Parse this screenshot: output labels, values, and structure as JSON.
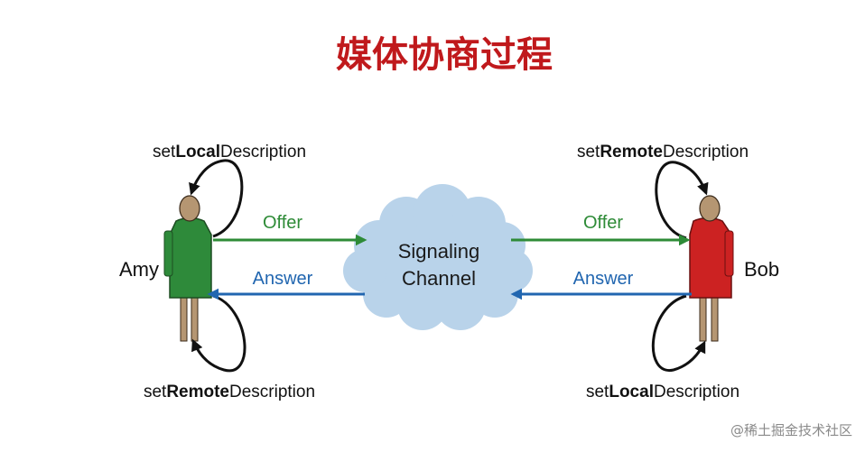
{
  "title": "媒体协商过程",
  "colors": {
    "title": "#c0191c",
    "offer": "#2e8b37",
    "answer": "#2166b0",
    "amy_body": "#2e8a3a",
    "bob_body": "#cc2222",
    "skin": "#b59672",
    "cloud": "#b9d3ea",
    "loop": "#111111"
  },
  "amy": {
    "name": "Amy",
    "top_label": {
      "prefix": "set",
      "bold": "Local",
      "suffix": "Description"
    },
    "bottom_label": {
      "prefix": "set",
      "bold": "Remote",
      "suffix": "Description"
    }
  },
  "bob": {
    "name": "Bob",
    "top_label": {
      "prefix": "set",
      "bold": "Remote",
      "suffix": "Description"
    },
    "bottom_label": {
      "prefix": "set",
      "bold": "Local",
      "suffix": "Description"
    }
  },
  "channel": {
    "line1": "Signaling",
    "line2": "Channel"
  },
  "arrows": {
    "left_offer": "Offer",
    "left_answer": "Answer",
    "right_offer": "Offer",
    "right_answer": "Answer"
  },
  "watermark": "@稀土掘金技术社区"
}
